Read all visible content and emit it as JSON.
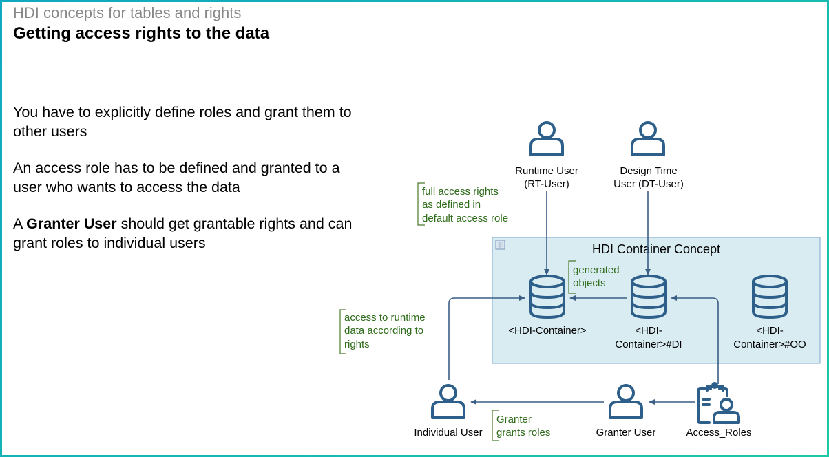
{
  "header": {
    "subtitle": "HDI concepts for tables and rights",
    "title": "Getting access rights to the data"
  },
  "bullets": [
    {
      "pre": "",
      "bold": "",
      "post": "You have to explicitly define roles and grant them to other users"
    },
    {
      "pre": "",
      "bold": "",
      "post": "An access role has to be defined and granted to a user who wants to access the data"
    },
    {
      "pre": "A ",
      "bold": "Granter User",
      "post": " should get grantable rights and can grant roles to individual users"
    }
  ],
  "diagram": {
    "container_box": {
      "title": "HDI Container Concept",
      "icon": "container-group-icon"
    },
    "actors": {
      "runtime_user": {
        "line1": "Runtime User",
        "line2": "(RT-User)",
        "icon": "person-icon"
      },
      "design_time_user": {
        "line1": "Design Time",
        "line2": "User (DT-User)",
        "icon": "person-icon"
      },
      "individual_user": {
        "line1": "Individual User",
        "icon": "person-icon"
      },
      "granter_user": {
        "line1": "Granter User",
        "icon": "person-icon"
      },
      "access_roles": {
        "line1": "Access_Roles",
        "icon": "clipboard-user-icon"
      }
    },
    "databases": {
      "hdi_container": {
        "line1": "<HDI-Container>",
        "icon": "database-icon"
      },
      "hdi_container_di": {
        "line1": "<HDI-",
        "line2": "Container>#DI",
        "icon": "database-icon"
      },
      "hdi_container_oo": {
        "line1": "<HDI-",
        "line2": "Container>#OO",
        "icon": "database-icon"
      }
    },
    "notes": {
      "full_access": [
        "full access rights",
        "as defined in",
        "default access role"
      ],
      "generated": [
        "generated",
        "objects"
      ],
      "runtime_access": [
        "access to runtime",
        "data according to",
        "rights"
      ],
      "granter_grants": [
        "Granter",
        "grants roles"
      ]
    }
  },
  "colors": {
    "icon": "#2d5f8a",
    "connector": "#3a5e86",
    "note_text": "#2e6b1a",
    "container_fill": "#d9ecf2",
    "container_border": "#8fb3d6",
    "frame_border_start": "#12a8bf",
    "frame_border_end": "#1cc9a5"
  }
}
